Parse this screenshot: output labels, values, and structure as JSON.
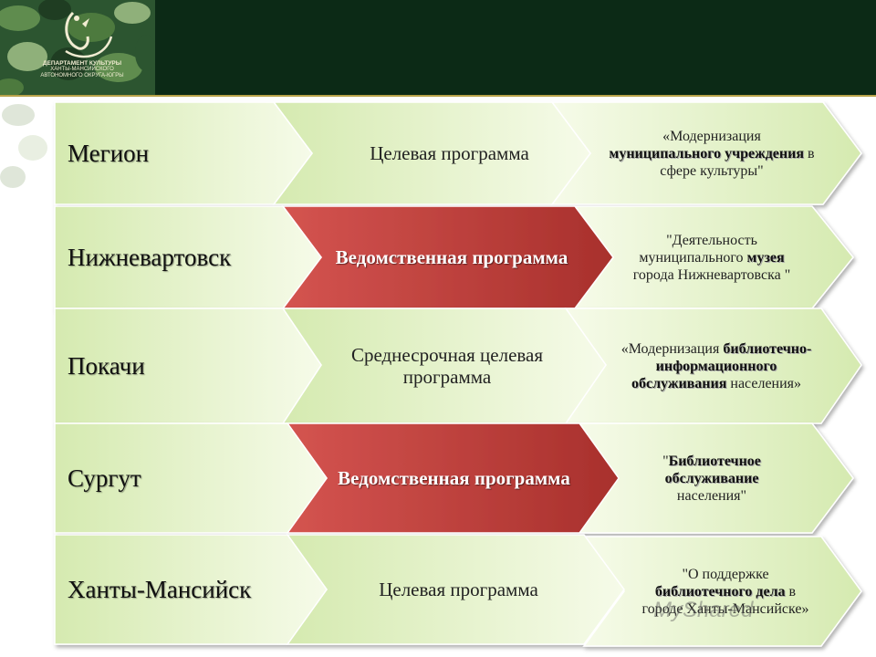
{
  "logo": {
    "line1": "ДЕПАРТАМЕНТ КУЛЬТУРЫ",
    "line2": "ХАНТЫ-МАНСИЙСКОГО",
    "line3": "АВТОНОМНОГО ОКРУГА-ЮГРЫ"
  },
  "rows": [
    {
      "city": "Мегион",
      "program": "Целевая программа",
      "program_highlight": false,
      "desc_parts": [
        {
          "text": "«Модернизация ",
          "hl": false
        },
        {
          "text": "муниципального учреждения",
          "hl": true
        },
        {
          "text": " в сфере культуры\"",
          "hl": false
        }
      ]
    },
    {
      "city": "Нижневартовск",
      "program": "Ведомственная программа",
      "program_highlight": true,
      "desc_parts": [
        {
          "text": "\"Деятельность муниципального ",
          "hl": false
        },
        {
          "text": "музея",
          "hl": true
        },
        {
          "text": " города Нижневартовска \"",
          "hl": false
        }
      ]
    },
    {
      "city": "Покачи",
      "program": "Среднесрочная целевая программа",
      "program_highlight": false,
      "desc_parts": [
        {
          "text": "«Модернизация ",
          "hl": false
        },
        {
          "text": "библиотечно-информационного обслуживания",
          "hl": true
        },
        {
          "text": " населения»",
          "hl": false
        }
      ]
    },
    {
      "city": "Сургут",
      "program": "Ведомственная программа",
      "program_highlight": true,
      "desc_parts": [
        {
          "text": "\"",
          "hl": false
        },
        {
          "text": "Библиотечное обслуживание",
          "hl": true
        },
        {
          "text": " населения\"",
          "hl": false
        }
      ]
    },
    {
      "city": "Ханты-Мансийск",
      "program": "Целевая программа",
      "program_highlight": false,
      "desc_parts": [
        {
          "text": "\"О поддержке ",
          "hl": false
        },
        {
          "text": "библиотечного дела",
          "hl": true
        },
        {
          "text": " в городе Ханты-Мансийске»",
          "hl": false
        }
      ]
    }
  ],
  "watermark": "MyShared",
  "colors": {
    "header": "#0c2a16",
    "gold_line": "#b9a34a",
    "green_light": "#f6fbe9",
    "green_mid": "#d5eab0",
    "red_light": "#d45450",
    "red_dark": "#a8302c"
  }
}
